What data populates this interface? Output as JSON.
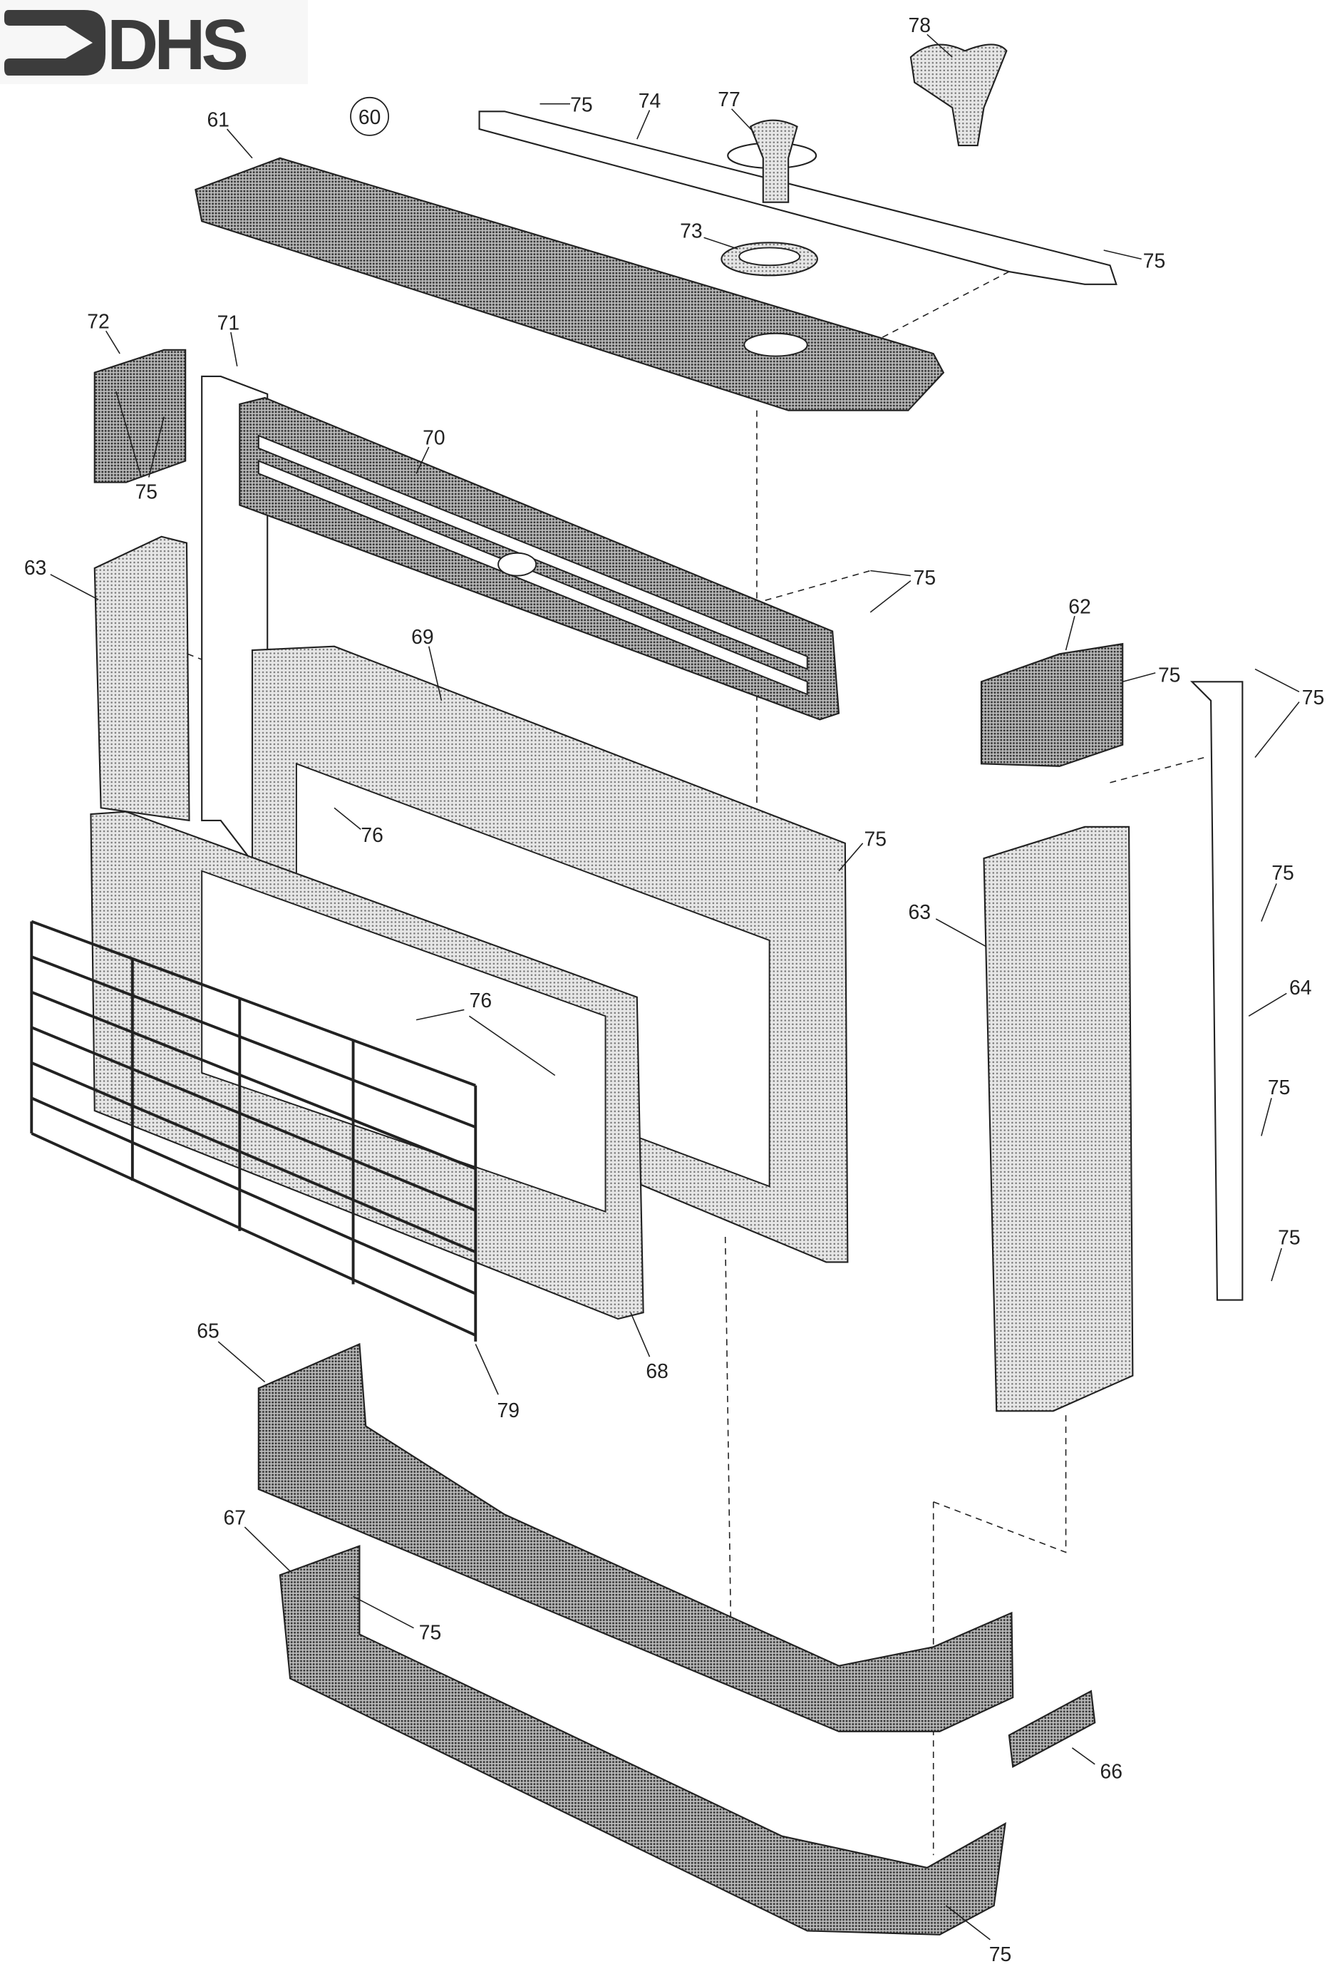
{
  "logo": {
    "text": "DHS"
  },
  "assembly_number": "60",
  "part_labels": [
    "61",
    "75",
    "74",
    "77",
    "78",
    "73",
    "75",
    "72",
    "71",
    "75",
    "70",
    "63",
    "75",
    "69",
    "62",
    "75",
    "75",
    "76",
    "75",
    "63",
    "75",
    "64",
    "76",
    "75",
    "75",
    "68",
    "79",
    "65",
    "67",
    "75",
    "66",
    "75"
  ],
  "colors": {
    "ink": "#222222",
    "fill_light": "#dcdcdc",
    "fill_dark": "#9a9a9a",
    "logo": "#3c3c3c"
  }
}
